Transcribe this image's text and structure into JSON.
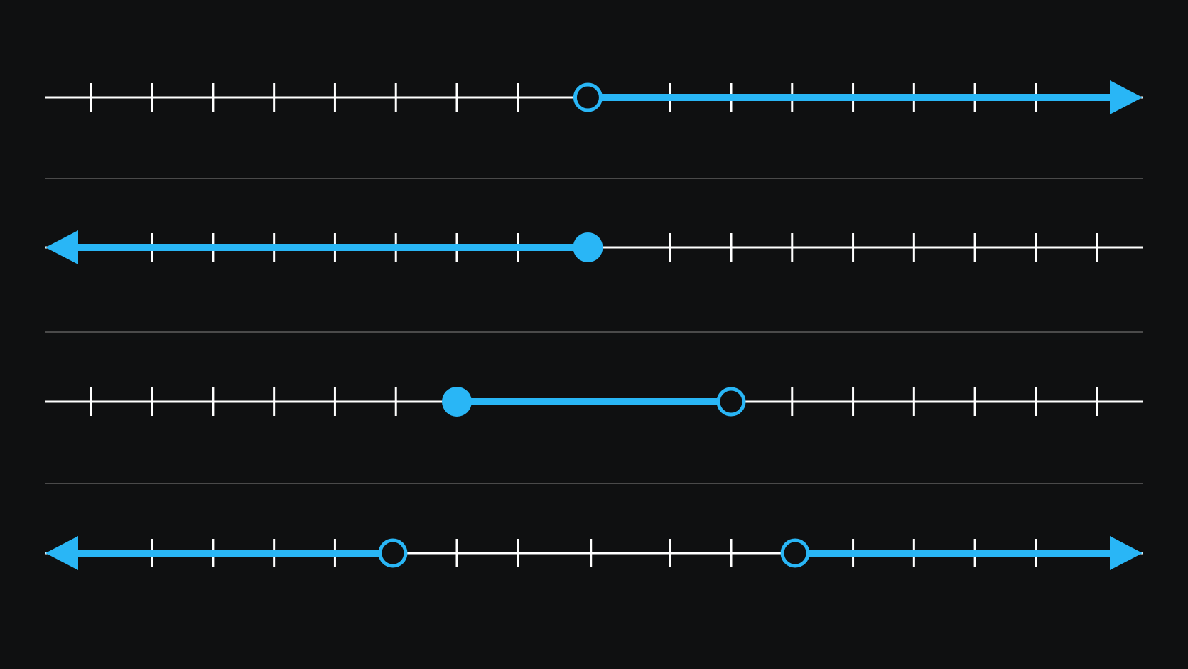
{
  "colors": {
    "background": "#0f1011",
    "axis": "#ffffff",
    "highlight": "#29b6f6",
    "separator": "#4a4a4a"
  },
  "diagram": {
    "type": "number-line-set",
    "lines": [
      {
        "id": "line-1",
        "ticks": [
          {
            "pos": 0.75
          },
          {
            "pos": 1.75
          },
          {
            "pos": 2.75
          },
          {
            "pos": 3.75
          },
          {
            "pos": 4.75
          },
          {
            "pos": 5.75
          },
          {
            "pos": 6.75
          },
          {
            "pos": 7.75
          },
          {
            "pos": 10.25
          },
          {
            "pos": 11.25
          },
          {
            "pos": 12.25
          },
          {
            "pos": 13.25
          },
          {
            "pos": 14.25
          },
          {
            "pos": 15.25
          },
          {
            "pos": 16.25
          }
        ],
        "points": [
          {
            "pos": 8.9,
            "style": "open"
          }
        ],
        "segments": [
          {
            "from": 8.9,
            "to": 18
          }
        ],
        "left_arrow": false,
        "right_arrow": true
      },
      {
        "id": "line-2",
        "ticks": [
          {
            "pos": 1.75
          },
          {
            "pos": 2.75
          },
          {
            "pos": 3.75
          },
          {
            "pos": 4.75
          },
          {
            "pos": 5.75
          },
          {
            "pos": 6.75
          },
          {
            "pos": 7.75
          },
          {
            "pos": 10.25
          },
          {
            "pos": 11.25
          },
          {
            "pos": 12.25
          },
          {
            "pos": 13.25
          },
          {
            "pos": 14.25
          },
          {
            "pos": 15.25
          },
          {
            "pos": 16.25
          },
          {
            "pos": 17.25
          }
        ],
        "points": [
          {
            "pos": 8.9,
            "style": "closed"
          }
        ],
        "segments": [
          {
            "from": 0,
            "to": 8.9
          }
        ],
        "left_arrow": true,
        "right_arrow": false
      },
      {
        "id": "line-3",
        "ticks": [
          {
            "pos": 0.75
          },
          {
            "pos": 1.75
          },
          {
            "pos": 2.75
          },
          {
            "pos": 3.75
          },
          {
            "pos": 4.75
          },
          {
            "pos": 5.75
          },
          {
            "pos": 12.25
          },
          {
            "pos": 13.25
          },
          {
            "pos": 14.25
          },
          {
            "pos": 15.25
          },
          {
            "pos": 16.25
          },
          {
            "pos": 17.25
          }
        ],
        "points": [
          {
            "pos": 6.75,
            "style": "closed"
          },
          {
            "pos": 11.25,
            "style": "open"
          }
        ],
        "segments": [
          {
            "from": 6.75,
            "to": 11.25
          }
        ],
        "left_arrow": false,
        "right_arrow": false
      },
      {
        "id": "line-4",
        "ticks": [
          {
            "pos": 1.75
          },
          {
            "pos": 2.75
          },
          {
            "pos": 3.75
          },
          {
            "pos": 4.75
          },
          {
            "pos": 6.75
          },
          {
            "pos": 7.75
          },
          {
            "pos": 8.95
          },
          {
            "pos": 10.25
          },
          {
            "pos": 11.25
          },
          {
            "pos": 13.25
          },
          {
            "pos": 14.25
          },
          {
            "pos": 15.25
          },
          {
            "pos": 16.25
          }
        ],
        "points": [
          {
            "pos": 5.7,
            "style": "open"
          },
          {
            "pos": 12.3,
            "style": "open"
          }
        ],
        "segments": [
          {
            "from": 0,
            "to": 5.7
          },
          {
            "from": 12.3,
            "to": 18
          }
        ],
        "left_arrow": true,
        "right_arrow": true
      }
    ]
  }
}
